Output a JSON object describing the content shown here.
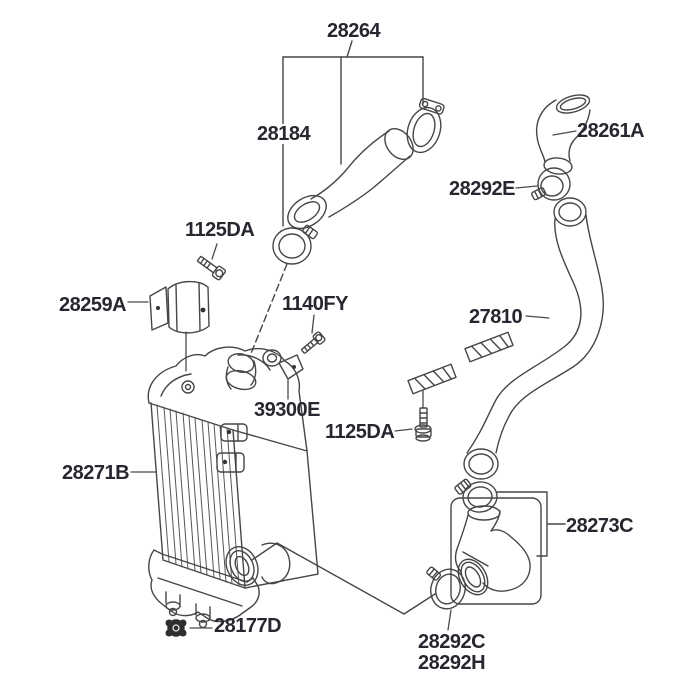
{
  "diagram": {
    "highlight": {
      "part": "28273C",
      "color": "#c23434"
    },
    "labels": [
      {
        "id": "28264",
        "text": "28264"
      },
      {
        "id": "28184",
        "text": "28184"
      },
      {
        "id": "28261A",
        "text": "28261A"
      },
      {
        "id": "28292E",
        "text": "28292E"
      },
      {
        "id": "1125DA-upper",
        "text": "1125DA"
      },
      {
        "id": "28259A",
        "text": "28259A"
      },
      {
        "id": "1140FY",
        "text": "1140FY"
      },
      {
        "id": "27810",
        "text": "27810"
      },
      {
        "id": "39300E",
        "text": "39300E"
      },
      {
        "id": "1125DA-lower",
        "text": "1125DA"
      },
      {
        "id": "28271B",
        "text": "28271B"
      },
      {
        "id": "28273C",
        "text": "28273C"
      },
      {
        "id": "28177D",
        "text": "28177D"
      },
      {
        "id": "28292C",
        "text": "28292C"
      },
      {
        "id": "28292H",
        "text": "28292H"
      }
    ]
  }
}
